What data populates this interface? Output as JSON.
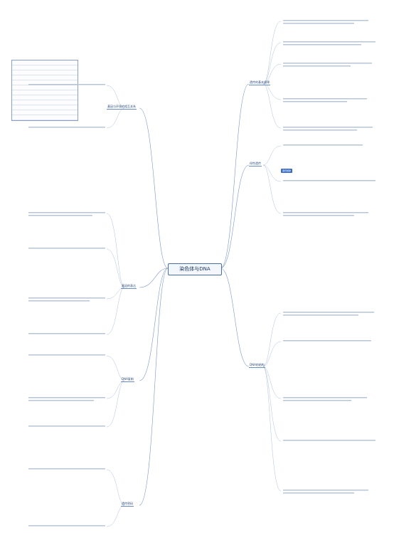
{
  "central": {
    "label": "染色体与DNA"
  },
  "left_branches": [
    {
      "id": "l1",
      "label": "基因与环境的相互关系"
    },
    {
      "id": "l2",
      "label": "基因的表达"
    },
    {
      "id": "l3",
      "label": "DNA复制"
    },
    {
      "id": "l4",
      "label": "遗传密码"
    }
  ],
  "right_branches": [
    {
      "id": "r1",
      "label": "遗传的基本规律"
    },
    {
      "id": "r2",
      "label": "伴性遗传"
    },
    {
      "id": "r3",
      "label": "DNA的结构"
    }
  ],
  "highlight": {
    "label": "遗传规律"
  },
  "colors": {
    "accent": "#4a6fa5",
    "line": "#7a96c7",
    "highlight": "#3b6cc9"
  }
}
